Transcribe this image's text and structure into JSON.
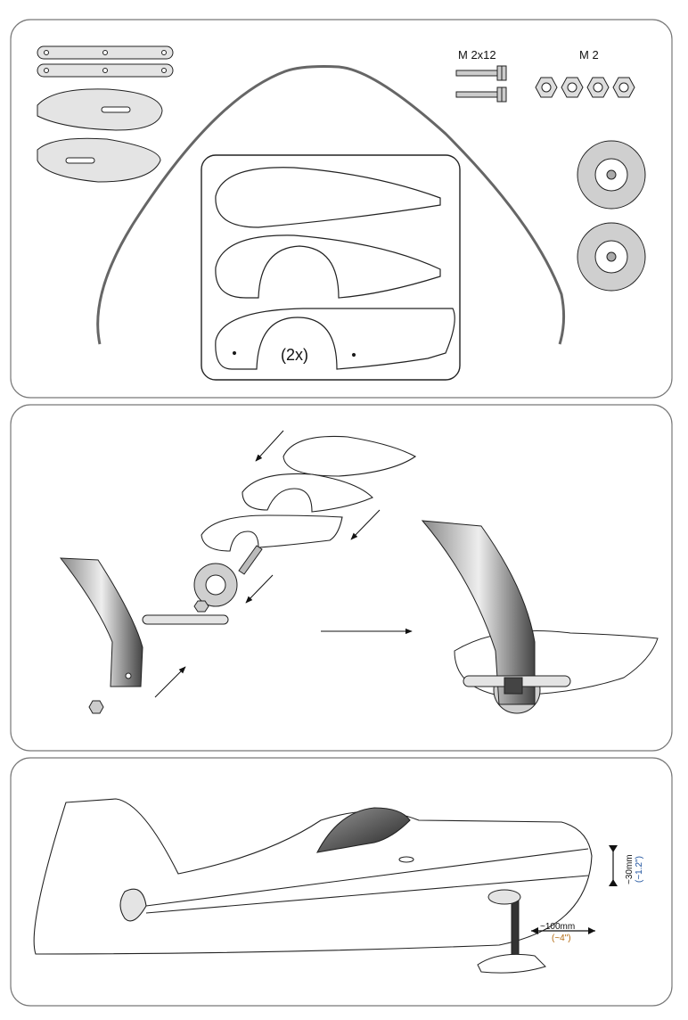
{
  "panel1": {
    "screw_label": "M 2x12",
    "nut_label": "M 2",
    "quantity_label": "(2x)"
  },
  "panel3": {
    "height_dim": "~30mm",
    "height_dim_imperial": "(~1.2\")",
    "length_dim": "~100mm",
    "length_dim_imperial": "(~4\")"
  },
  "colors": {
    "part_fill": "#e4e4e4",
    "wheel_fill": "#cfcfcf",
    "imperial_blue": "#1a4f9c",
    "imperial_orange": "#b46a10"
  }
}
